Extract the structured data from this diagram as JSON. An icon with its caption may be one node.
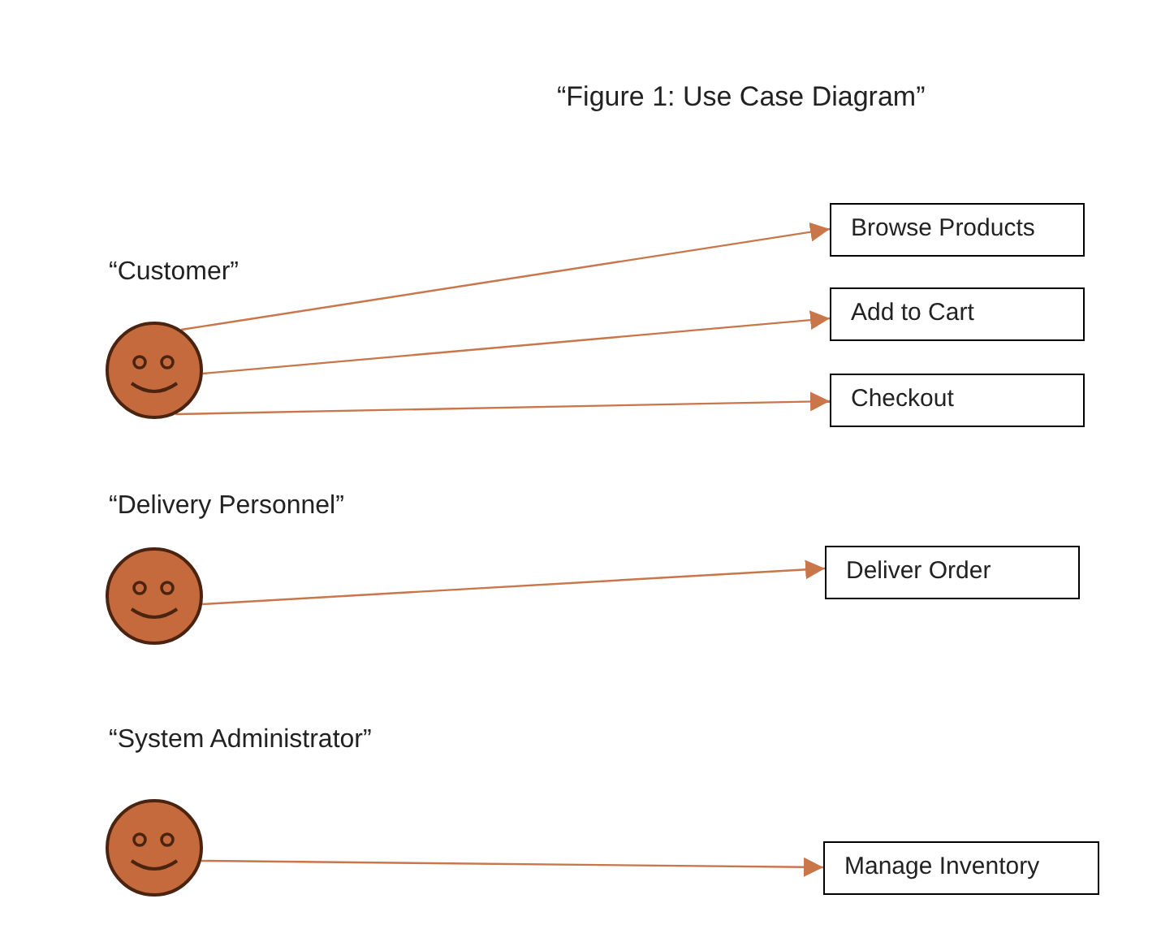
{
  "diagram": {
    "title": "“Figure 1: Use Case Diagram”",
    "nodes": [
      {
        "text": [],
        "shape": "circle",
        "beside": [
          "“Customer”"
        ]
      },
      {
        "text": [
          "Browse Products"
        ]
      },
      {
        "text": [
          "Add to Cart"
        ]
      },
      {
        "text": [
          "Checkout"
        ]
      },
      {
        "text": [],
        "shape": "circle",
        "beside": [
          "“Delivery Personnel”"
        ]
      },
      {
        "text": [
          "Deliver Order"
        ]
      },
      {
        "text": [],
        "shape": "circle",
        "beside": [
          "“System Administrator”"
        ]
      },
      {
        "text": [
          "Manage Inventory"
        ]
      }
    ],
    "edges": [
      {
        "from": 0,
        "to": 1,
        "arrow": "to"
      },
      {
        "from": 0,
        "to": 2,
        "arrow": "to"
      },
      {
        "from": 0,
        "to": 3,
        "arrow": "to"
      },
      {
        "from": 4,
        "to": 5,
        "arrow": "to"
      },
      {
        "from": 6,
        "to": 7,
        "arrow": "to"
      }
    ]
  }
}
